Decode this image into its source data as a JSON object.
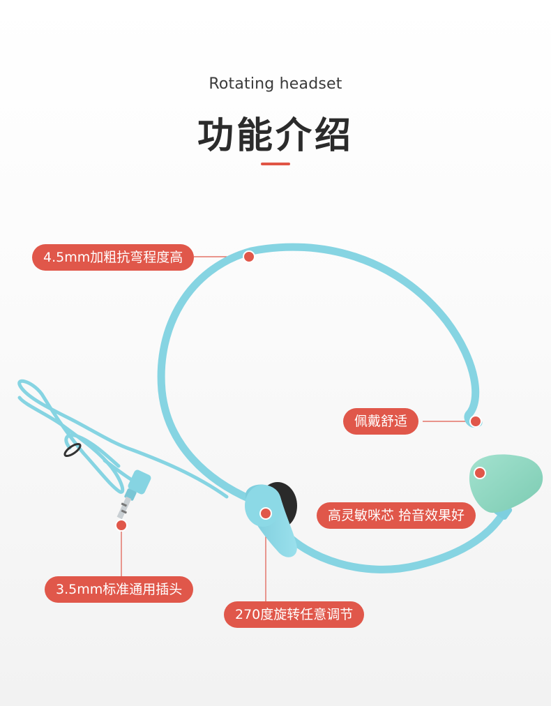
{
  "header": {
    "subtitle": "Rotating headset",
    "title": "功能介绍"
  },
  "callouts": {
    "band": "4.5mm加粗抗弯程度高",
    "comfort": "佩戴舒适",
    "mic": "高灵敏咪芯 拾音效果好",
    "plug": "3.5mm标准通用插头",
    "rotation": "270度旋转任意调节"
  },
  "colors": {
    "accent": "#e0574a",
    "headset": "#86d4e2",
    "foam": "#8fd8c1"
  }
}
